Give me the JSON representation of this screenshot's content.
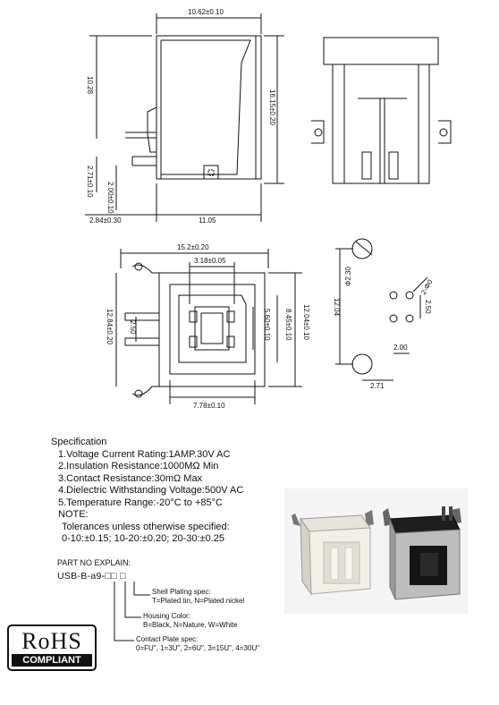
{
  "drawing": {
    "top_view_width": "10.62±0.10",
    "top_view_height_left": "10.28",
    "top_view_height_right": "16.15±0.20",
    "dim_271": "2.71±0.10",
    "dim_200": "2.00±0.10",
    "dim_284": "2.84±0.30",
    "dim_1105": "11.05",
    "front_width": "15.2±0.20",
    "front_318": "3.18±0.05",
    "front_560": "5.60±0.10",
    "front_845": "8.45±0.10",
    "front_1204": "12.04±0.10",
    "front_1284": "12.84±0.20",
    "front_250": "2.50",
    "front_778": "7.78±0.10",
    "hole_big": "Φ2.30",
    "hole_small": "2-Φ0",
    "pcb_1204": "12.04",
    "pcb_250": "2.50",
    "pcb_200": "2.00",
    "pcb_271": "2.71"
  },
  "spec": {
    "heading": "Specification",
    "items": [
      "1.Voltage Current Rating:1AMP.30V AC",
      "2.Insulation Resistance:1000MΩ  Min",
      "3.Contact Resistance:30mΩ  Max",
      "4.Dielectric Withstanding Voltage:500V AC",
      "5.Temperature Range:-20°C  to  +85°C"
    ],
    "note_heading": "NOTE:",
    "tol_heading": "Tolerances unless otherwise specified:",
    "tol_values": "0-10:±0.15;  10-20:±0.20;  20-30:±0.25"
  },
  "part": {
    "heading": "PART NO EXPLAIN:",
    "number": "USB-B-a9-□□  □",
    "shell_title": "Shell Plating  spec:",
    "shell_values": "T=Plated tin,  N=Plated nickel",
    "housing_title": "Housing Color:",
    "housing_values": "B=Black,  N=Nature,  W=White",
    "contact_title": "Contact Plate spec:",
    "contact_values": "0=FU\",  1=3U\",  2=6U\",  3=15U\",  4=30U\""
  },
  "rohs": {
    "big": "RoHS",
    "small": "COMPLIANT"
  },
  "colors": {
    "ink": "#111111",
    "housing_white": "#f2efe6",
    "housing_black": "#1a1a1a",
    "shell_metal": "#b8b8b8"
  }
}
